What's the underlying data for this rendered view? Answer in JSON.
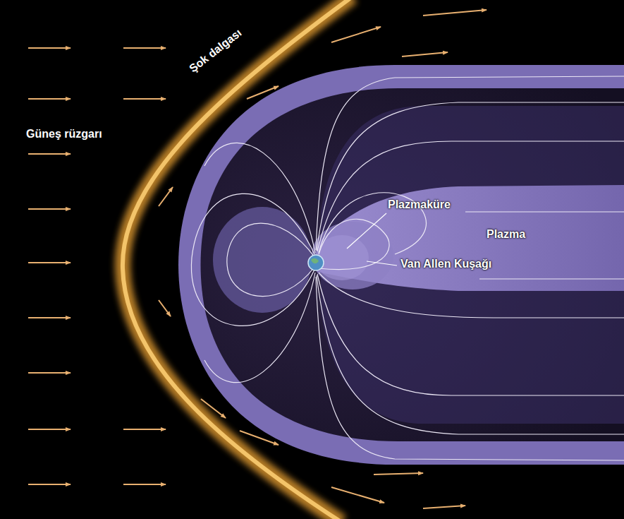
{
  "diagram": {
    "labels": [
      "Güneş rüzgarı",
      "Şok dalgası",
      "Plazmaküre",
      "Plazma",
      "Van Allen Kuşağı"
    ]
  }
}
